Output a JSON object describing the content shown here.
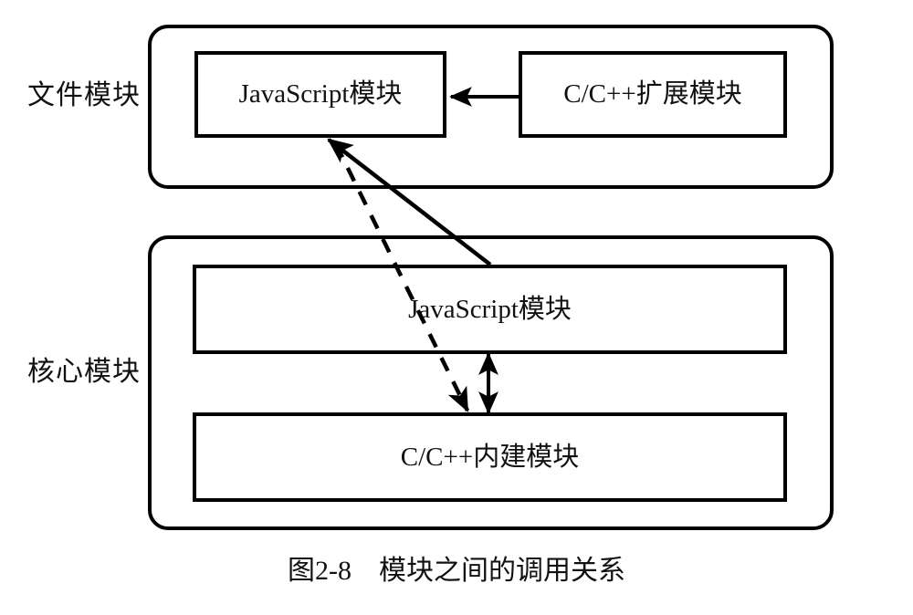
{
  "figure": {
    "caption": "图2-8　模块之间的调用关系",
    "caption_number": "图2-8",
    "caption_title": "模块之间的调用关系"
  },
  "groups": [
    {
      "id": "file-modules",
      "label": "文件模块",
      "modules": [
        {
          "id": "file-js",
          "label": "JavaScript模块"
        },
        {
          "id": "file-cpp-extension",
          "label": "C/C++扩展模块"
        }
      ]
    },
    {
      "id": "core-modules",
      "label": "核心模块",
      "modules": [
        {
          "id": "core-js",
          "label": "JavaScript模块"
        },
        {
          "id": "core-cpp-builtin",
          "label": "C/C++内建模块"
        }
      ]
    }
  ],
  "connectors": [
    {
      "id": "ext-to-file-js",
      "style": "solid",
      "heads": "single",
      "from": "file-cpp-extension",
      "to": "file-js"
    },
    {
      "id": "core-js-to-file-js",
      "style": "solid",
      "heads": "single",
      "from": "core-js",
      "to": "file-js"
    },
    {
      "id": "file-js-to-core-cpp",
      "style": "dashed",
      "heads": "single",
      "from": "file-js",
      "to": "core-cpp-builtin"
    },
    {
      "id": "core-js-core-cpp",
      "style": "solid",
      "heads": "double",
      "from": "core-js",
      "to": "core-cpp-builtin"
    }
  ],
  "colors": {
    "stroke": "#000000",
    "background": "#ffffff",
    "text": "#111111"
  }
}
